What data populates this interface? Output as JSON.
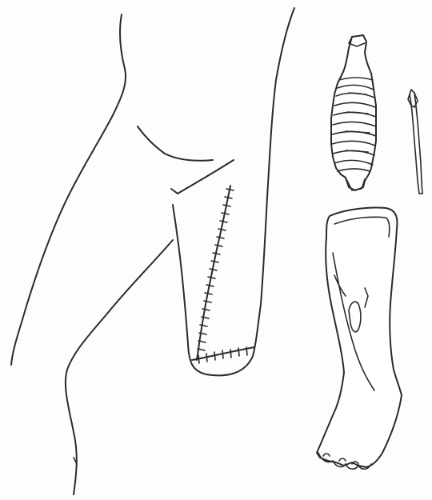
{
  "figure": {
    "kind": "line-drawing",
    "ink_color": "#2a2a2a",
    "background_color": "#fdfdfc",
    "panels": [
      "thigh-stump-sutured-wound",
      "ringed-cylindrical-object",
      "thin-rod-object",
      "bent-limb-bone-object"
    ]
  }
}
